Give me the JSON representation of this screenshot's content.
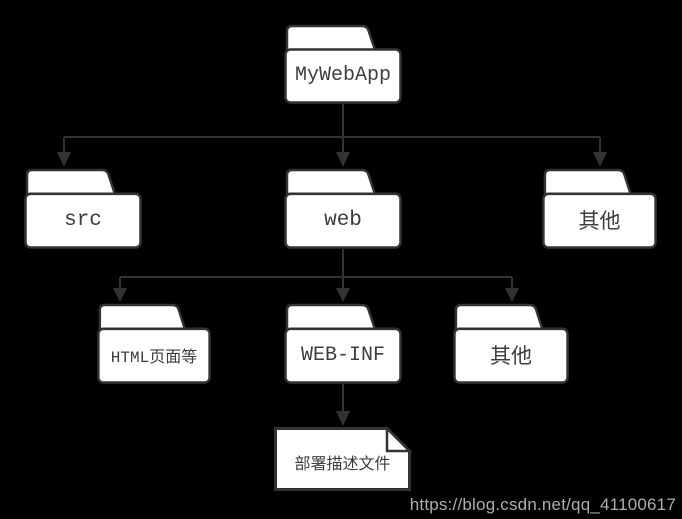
{
  "diagram": {
    "kind": "folder-structure-tree",
    "root": {
      "label": "MyWebApp",
      "shape": "folder",
      "children": [
        {
          "label": "src",
          "shape": "folder",
          "children": []
        },
        {
          "label": "web",
          "shape": "folder",
          "children": [
            {
              "label": "HTML页面等",
              "shape": "folder",
              "children": []
            },
            {
              "label": "WEB-INF",
              "shape": "folder",
              "children": [
                {
                  "label": "部署描述文件",
                  "shape": "document",
                  "children": []
                }
              ]
            },
            {
              "label": "其他",
              "shape": "folder",
              "children": []
            }
          ]
        },
        {
          "label": "其他",
          "shape": "folder",
          "children": []
        }
      ]
    }
  },
  "watermark": {
    "text": "https://blog.csdn.net/qq_41100617"
  },
  "colors": {
    "background": "#000000",
    "node_fill": "#ffffff",
    "node_stroke": "#333333",
    "connector": "#333333",
    "label_text": "#3d3d3d",
    "watermark_text": "#aeaeae"
  }
}
